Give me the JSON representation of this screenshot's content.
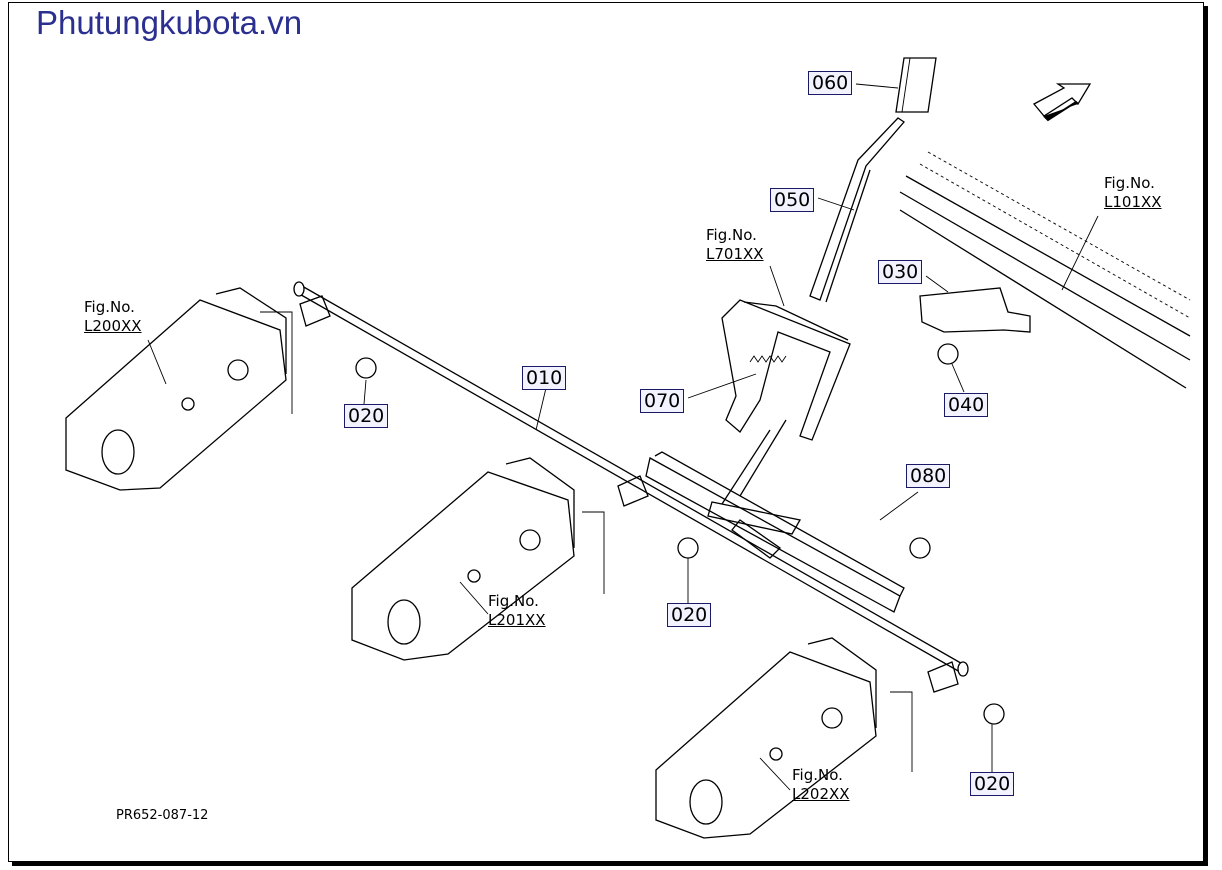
{
  "watermark": "Phutungkubota.vn",
  "drawing_code": "PR652-087-12",
  "parts": [
    {
      "id": "p010",
      "label": "010"
    },
    {
      "id": "p020a",
      "label": "020"
    },
    {
      "id": "p020b",
      "label": "020"
    },
    {
      "id": "p020c",
      "label": "020"
    },
    {
      "id": "p030",
      "label": "030"
    },
    {
      "id": "p040",
      "label": "040"
    },
    {
      "id": "p050",
      "label": "050"
    },
    {
      "id": "p060",
      "label": "060"
    },
    {
      "id": "p070",
      "label": "070"
    },
    {
      "id": "p080",
      "label": "080"
    }
  ],
  "figure_refs": [
    {
      "id": "f200",
      "title": "Fig.No.",
      "ref": "L200XX"
    },
    {
      "id": "f201",
      "title": "Fig.No.",
      "ref": "L201XX"
    },
    {
      "id": "f202",
      "title": "Fig.No.",
      "ref": "L202XX"
    },
    {
      "id": "f701",
      "title": "Fig.No.",
      "ref": "L701XX"
    },
    {
      "id": "f101",
      "title": "Fig.No.",
      "ref": "L101XX"
    }
  ],
  "icons": {
    "direction_arrow": "front-direction-arrow-icon"
  }
}
